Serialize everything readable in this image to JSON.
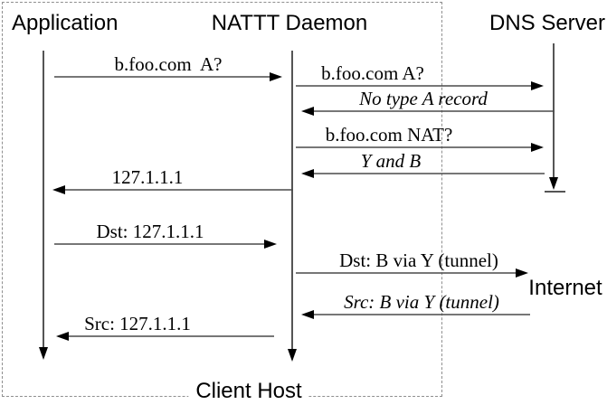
{
  "diagram": {
    "type": "sequence-diagram",
    "actors": [
      {
        "id": "application",
        "label": "Application"
      },
      {
        "id": "nattt-daemon",
        "label": "NATTT Daemon"
      },
      {
        "id": "dns-server",
        "label": "DNS Server"
      },
      {
        "id": "internet",
        "label": "Internet"
      },
      {
        "id": "client-host",
        "label": "Client Host"
      }
    ],
    "messages": [
      {
        "label": "b.foo.com  A?",
        "from": "application",
        "to": "nattt-daemon",
        "style": "normal"
      },
      {
        "label": "b.foo.com A?",
        "from": "nattt-daemon",
        "to": "dns-server",
        "style": "normal"
      },
      {
        "label": "No type A record",
        "from": "dns-server",
        "to": "nattt-daemon",
        "style": "italic"
      },
      {
        "label": "b.foo.com NAT?",
        "from": "nattt-daemon",
        "to": "dns-server",
        "style": "normal"
      },
      {
        "label": "Y and B",
        "from": "dns-server",
        "to": "nattt-daemon",
        "style": "italic"
      },
      {
        "label": "127.1.1.1",
        "from": "nattt-daemon",
        "to": "application",
        "style": "normal"
      },
      {
        "label": "Dst: 127.1.1.1",
        "from": "application",
        "to": "nattt-daemon",
        "style": "normal"
      },
      {
        "label": "Dst: B via Y (tunnel)",
        "from": "nattt-daemon",
        "to": "internet",
        "style": "normal"
      },
      {
        "label": "Src: B via Y (tunnel)",
        "from": "internet",
        "to": "nattt-daemon",
        "style": "italic"
      },
      {
        "label": "Src: 127.1.1.1",
        "from": "nattt-daemon",
        "to": "application",
        "style": "normal"
      }
    ],
    "colors": {
      "text": "#000000",
      "message_line": "#4a4a4a",
      "lifeline": "#555555",
      "arrowhead": "#000000",
      "dashed_border": "#8f8f8f",
      "background": "#ffffff"
    }
  }
}
